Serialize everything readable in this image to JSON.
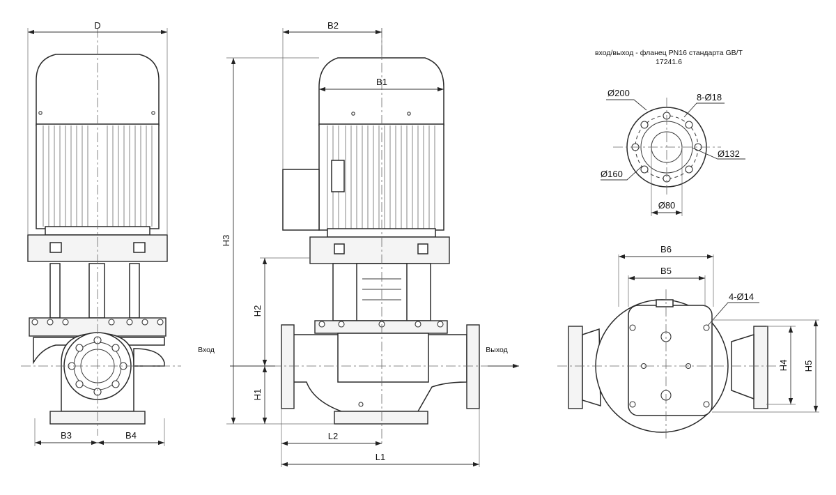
{
  "dimensions": {
    "D": "D",
    "B2": "B2",
    "B1": "B1",
    "H3": "H3",
    "H2": "H2",
    "H1": "H1",
    "L2": "L2",
    "L1": "L1",
    "B3": "B3",
    "B4": "B4",
    "B6": "B6",
    "B5": "B5",
    "H4": "H4",
    "H5": "H5",
    "bolt_holes_base": "4-Ø14"
  },
  "flow": {
    "inlet": "Вход",
    "outlet": "Выход"
  },
  "flange": {
    "note_line1": "вход/выход -  фланец PN16 стандарта GB/T",
    "note_line2": "17241.6",
    "outer_diameter": "Ø200",
    "bolt_circle": "Ø160",
    "raised_face": "Ø132",
    "bore": "Ø80",
    "bolt_holes": "8-Ø18"
  }
}
